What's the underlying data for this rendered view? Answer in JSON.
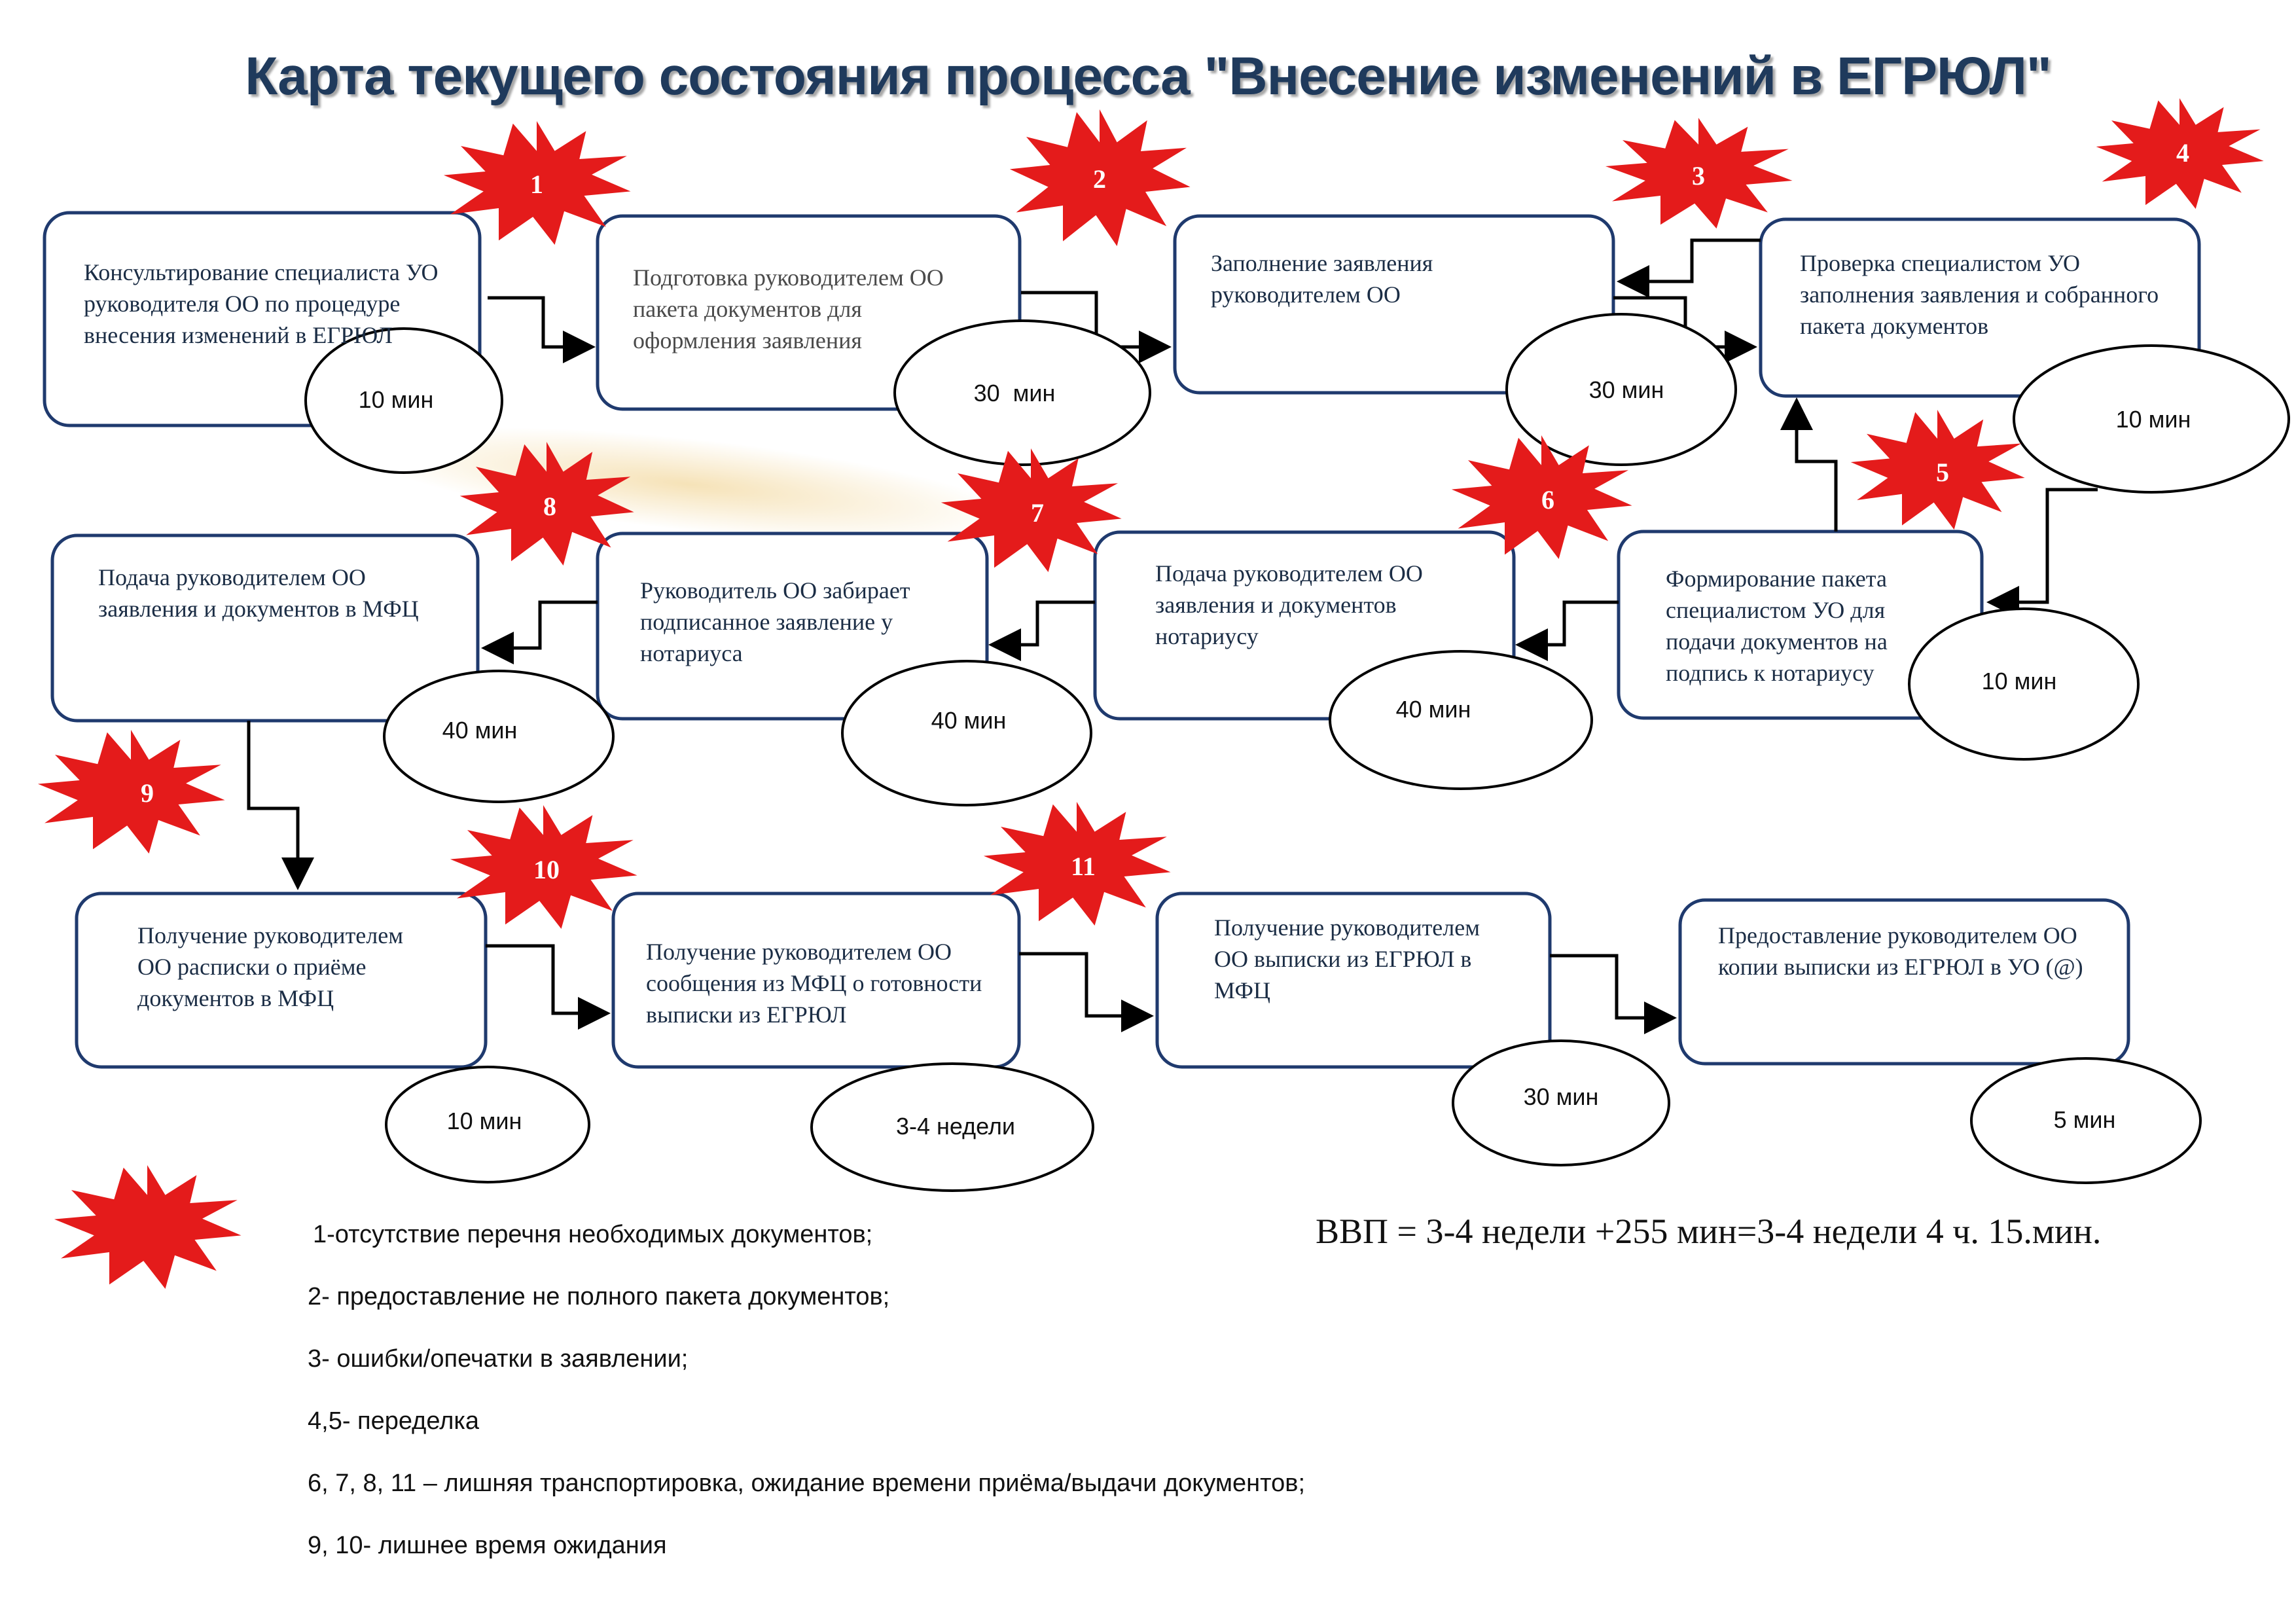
{
  "title": "Карта текущего состояния процесса \"Внесение изменений в ЕГРЮЛ\"",
  "steps": [
    {
      "text": "Консультирование специалиста УО руководителя ОО по процедуре внесения изменений в ЕГРЮЛ",
      "time": "10 мин",
      "problem": "1"
    },
    {
      "text": "Подготовка руководителем ОО пакета документов для оформления заявления",
      "time": "30  мин",
      "problem": "2"
    },
    {
      "text": "Заполнение заявления руководителем ОО",
      "time": "30 мин",
      "problem": "3"
    },
    {
      "text": "Проверка специалистом УО заполнения заявления и собранного пакета документов",
      "time": "10 мин",
      "problem": "4"
    },
    {
      "text": "Формирование пакета специалистом УО  для подачи документов на подпись к нотариусу",
      "time": "10 мин",
      "problem": "5"
    },
    {
      "text": "Подача руководителем ОО заявления и  документов нотариусу",
      "time": "40 мин",
      "problem": "6"
    },
    {
      "text": "Руководитель ОО забирает подписанное заявление у нотариуса",
      "time": "40 мин",
      "problem": "7"
    },
    {
      "text": "Подача руководителем ОО заявления и  документов в МФЦ",
      "time": "40 мин",
      "problem": "8"
    },
    {
      "text": "Получение руководителем ОО расписки о приёме документов в МФЦ",
      "time": "10 мин",
      "problem": "10"
    },
    {
      "text": "Получение руководителем ОО сообщения из МФЦ  о готовности выписки из ЕГРЮЛ",
      "time": "3-4 недели",
      "problem": "11"
    },
    {
      "text": "Получение руководителем ОО выписки из ЕГРЮЛ в МФЦ",
      "time": "30 мин"
    },
    {
      "text": "Предоставление руководителем ОО копии выписки из ЕГРЮЛ в УО (@)",
      "time": "5 мин"
    }
  ],
  "extra_problem": "9",
  "legend": [
    "1-отсутствие перечня необходимых документов;",
    "2- предоставление не полного пакета документов;",
    "3- ошибки/опечатки в заявлении;",
    "4,5- переделка",
    "6, 7, 8, 11 – лишняя транспортировка, ожидание времени приёма/выдачи документов;",
    "9, 10- лишнее время ожидания"
  ],
  "summary": "ВВП = 3-4 недели +255 мин=3-4 недели 4 ч. 15.мин.",
  "colors": {
    "box_border": "#1f3a6e",
    "star": "#e41b1b",
    "title": "#1f3a5c",
    "arrow": "#000000"
  }
}
